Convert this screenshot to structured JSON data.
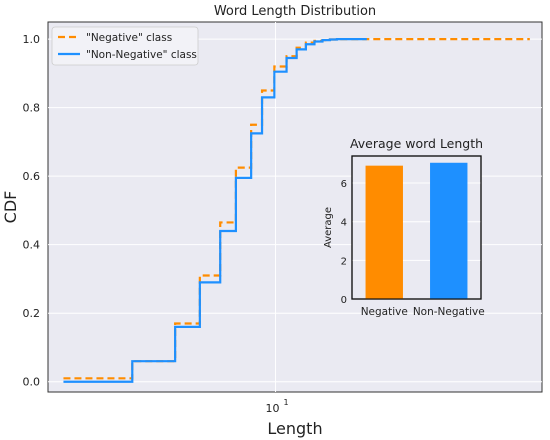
{
  "chart_data": [
    {
      "type": "line",
      "title": "Word Length Distribution",
      "xlabel": "Length",
      "ylabel": "CDF",
      "xscale": "log",
      "xlim": [
        1.4,
        100
      ],
      "ylim": [
        -0.03,
        1.05
      ],
      "y_ticks": [
        0.0,
        0.2,
        0.4,
        0.6,
        0.8,
        1.0
      ],
      "y_tick_labels": [
        "0.0",
        "0.2",
        "0.4",
        "0.6",
        "0.8",
        "1.0"
      ],
      "x_ticks": [
        10
      ],
      "x_tick_labels": [
        "10"
      ],
      "x_tick_exponents": [
        "1"
      ],
      "grid": true,
      "legend": "top-left",
      "series": [
        {
          "name": "\"Negative\" class",
          "color": "#ff8c00",
          "style": "dashed",
          "x": [
            1.6,
            2.9,
            4.2,
            5.2,
            6.2,
            7.1,
            8.1,
            8.9,
            9.9,
            11.0,
            12.0,
            13.0,
            14.0,
            15.0,
            16.0,
            17.0,
            18.0,
            20.0,
            22.0,
            90.0
          ],
          "y": [
            0.01,
            0.06,
            0.17,
            0.31,
            0.465,
            0.625,
            0.75,
            0.85,
            0.92,
            0.95,
            0.975,
            0.99,
            0.995,
            0.997,
            0.999,
            1.0,
            1.0,
            1.0,
            1.0,
            1.0
          ]
        },
        {
          "name": "\"Non-Negative\" class",
          "color": "#1e90ff",
          "style": "solid",
          "x": [
            1.6,
            2.9,
            4.2,
            5.2,
            6.2,
            7.1,
            8.1,
            8.9,
            9.9,
            11.0,
            12.0,
            13.0,
            14.0,
            15.0,
            16.0,
            17.0,
            18.0,
            20.0,
            22.0
          ],
          "y": [
            0.0,
            0.06,
            0.16,
            0.29,
            0.44,
            0.595,
            0.725,
            0.83,
            0.905,
            0.945,
            0.97,
            0.985,
            0.993,
            0.997,
            0.999,
            1.0,
            1.0,
            1.0,
            1.0
          ]
        }
      ]
    },
    {
      "type": "bar",
      "title": "Average word Length",
      "ylabel": "Average",
      "categories": [
        "Negative",
        "Non-Negative"
      ],
      "values": [
        6.9,
        7.05
      ],
      "colors": [
        "#ff8c00",
        "#1e90ff"
      ],
      "ylim": [
        0,
        7.4
      ],
      "y_ticks": [
        0,
        2,
        4,
        6
      ]
    }
  ]
}
